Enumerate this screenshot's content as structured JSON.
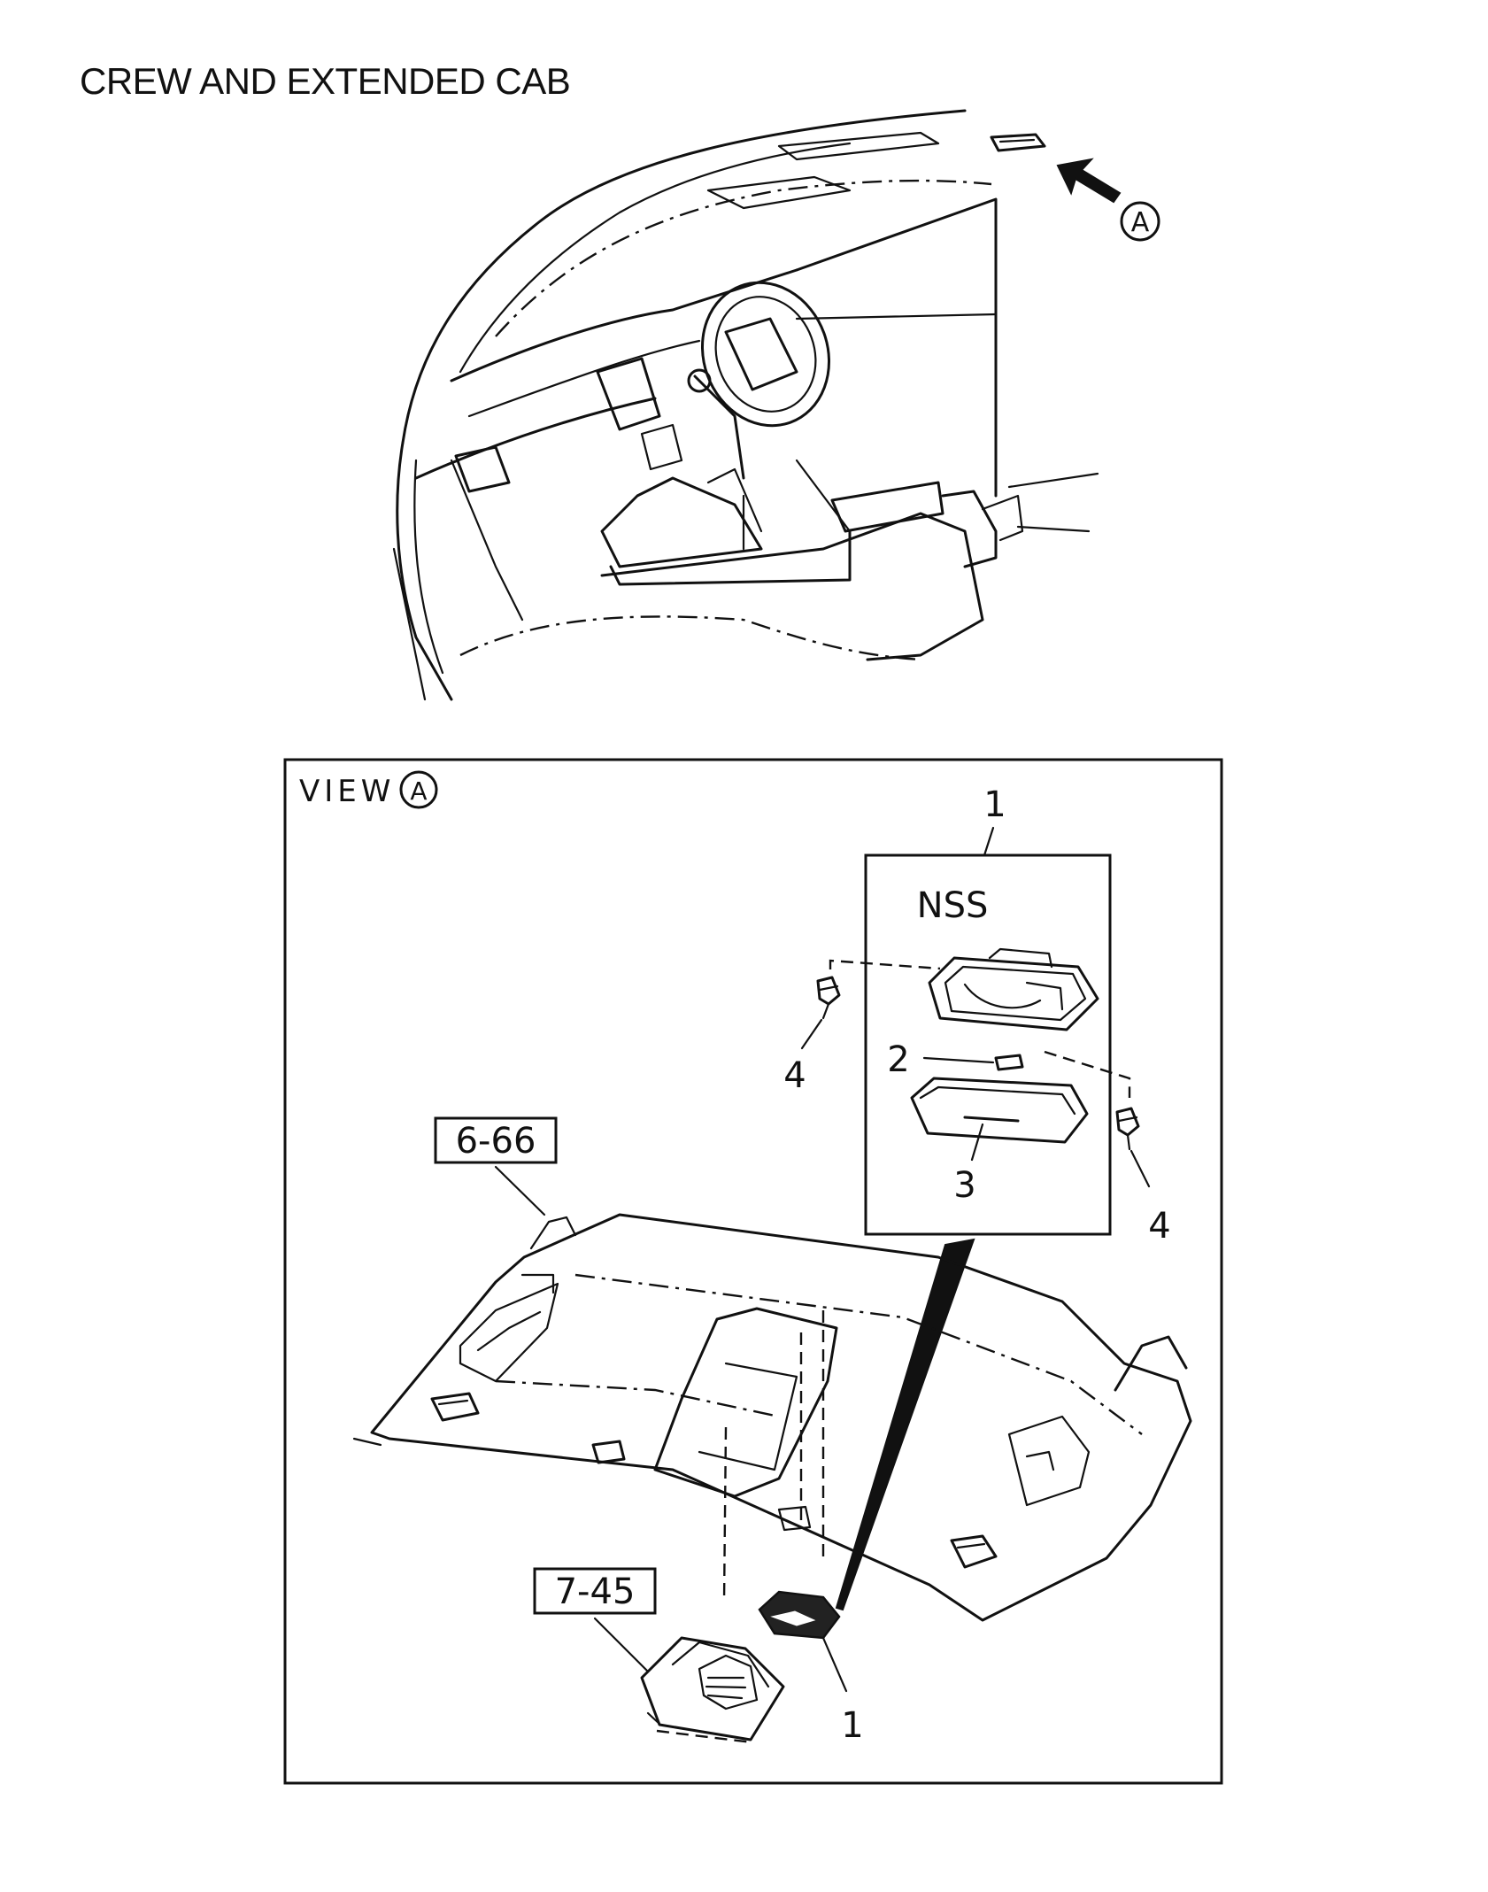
{
  "title": "CREW AND EXTENDED CAB",
  "view_marker": "A",
  "view_box": {
    "label": "VIEW",
    "marker": "A"
  },
  "inset_label": "NSS",
  "callouts": {
    "inset_part": "1",
    "bulb": "2",
    "lens": "3",
    "screw_left": "4",
    "screw_right": "4",
    "lamp_part": "1"
  },
  "references": {
    "headliner": "6-66",
    "console": "7-45"
  }
}
